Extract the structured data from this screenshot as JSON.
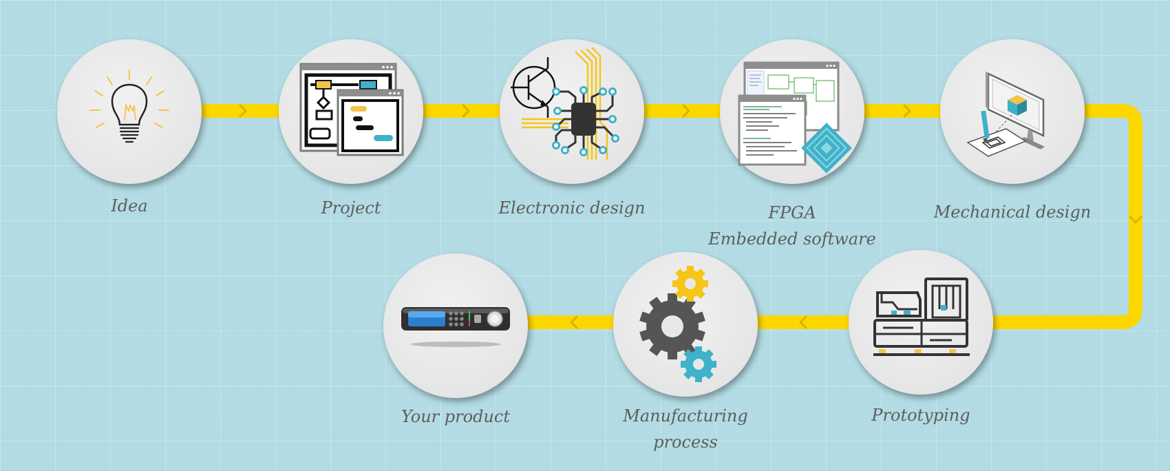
{
  "steps": [
    {
      "id": "idea",
      "lines": [
        "Idea"
      ],
      "icon": "lightbulb-icon"
    },
    {
      "id": "project",
      "lines": [
        "Project"
      ],
      "icon": "project-planning-windows-icon"
    },
    {
      "id": "electronic",
      "lines": [
        "Electronic design"
      ],
      "icon": "transistor-circuit-chip-icon"
    },
    {
      "id": "fpga",
      "lines": [
        "FPGA",
        "Embedded software"
      ],
      "icon": "code-editor-fpga-chip-icon"
    },
    {
      "id": "mechanical",
      "lines": [
        "Mechanical design"
      ],
      "icon": "cad-monitor-cube-icon"
    },
    {
      "id": "prototyping",
      "lines": [
        "Prototyping"
      ],
      "icon": "3d-printer-machine-icon"
    },
    {
      "id": "manufacturing",
      "lines": [
        "Manufacturing",
        "process"
      ],
      "icon": "gears-icon"
    },
    {
      "id": "product",
      "lines": [
        "Your product"
      ],
      "icon": "rack-device-product-icon"
    }
  ],
  "colors": {
    "background": "#b2dbe3",
    "path": "#fcd700",
    "arrow": "#d6b400",
    "circle": "#e8e8e8",
    "accent_blue": "#3fb1c8",
    "accent_yellow": "#f3c44b",
    "dark": "#333333",
    "label": "#5d5d5d"
  }
}
